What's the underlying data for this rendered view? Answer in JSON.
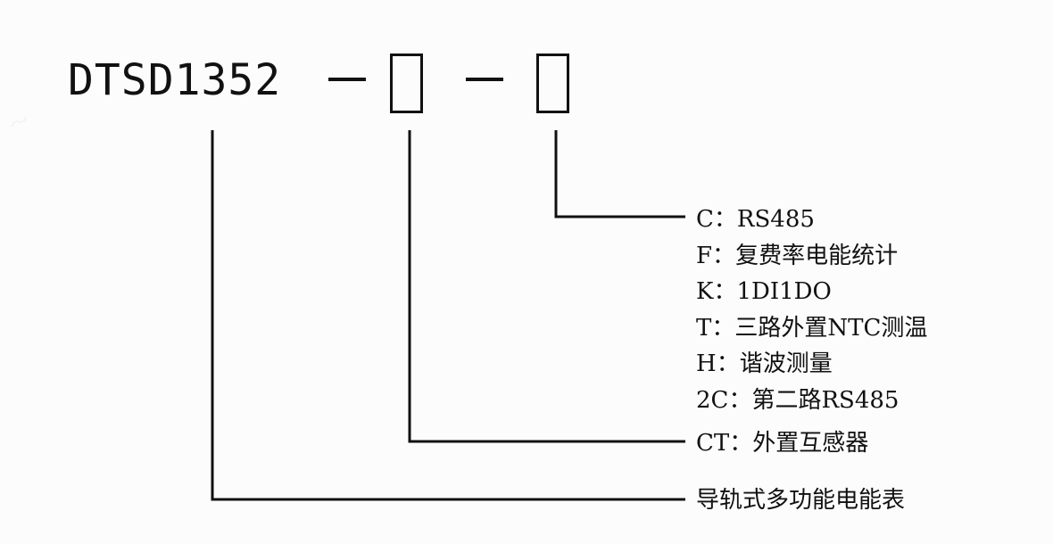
{
  "model_code": "DTSD1352",
  "slot1": {
    "options": [
      {
        "code": "CT",
        "description": "外置互感器"
      }
    ]
  },
  "slot2": {
    "options": [
      {
        "code": "C",
        "description": "RS485"
      },
      {
        "code": "F",
        "description": "复费率电能统计"
      },
      {
        "code": "K",
        "description": "1DI1DO"
      },
      {
        "code": "T",
        "description": "三路外置NTC测温"
      },
      {
        "code": "H",
        "description": "谐波测量"
      },
      {
        "code": "2C",
        "description": "第二路RS485"
      }
    ]
  },
  "base_description": "导轨式多功能电能表",
  "separator": "："
}
